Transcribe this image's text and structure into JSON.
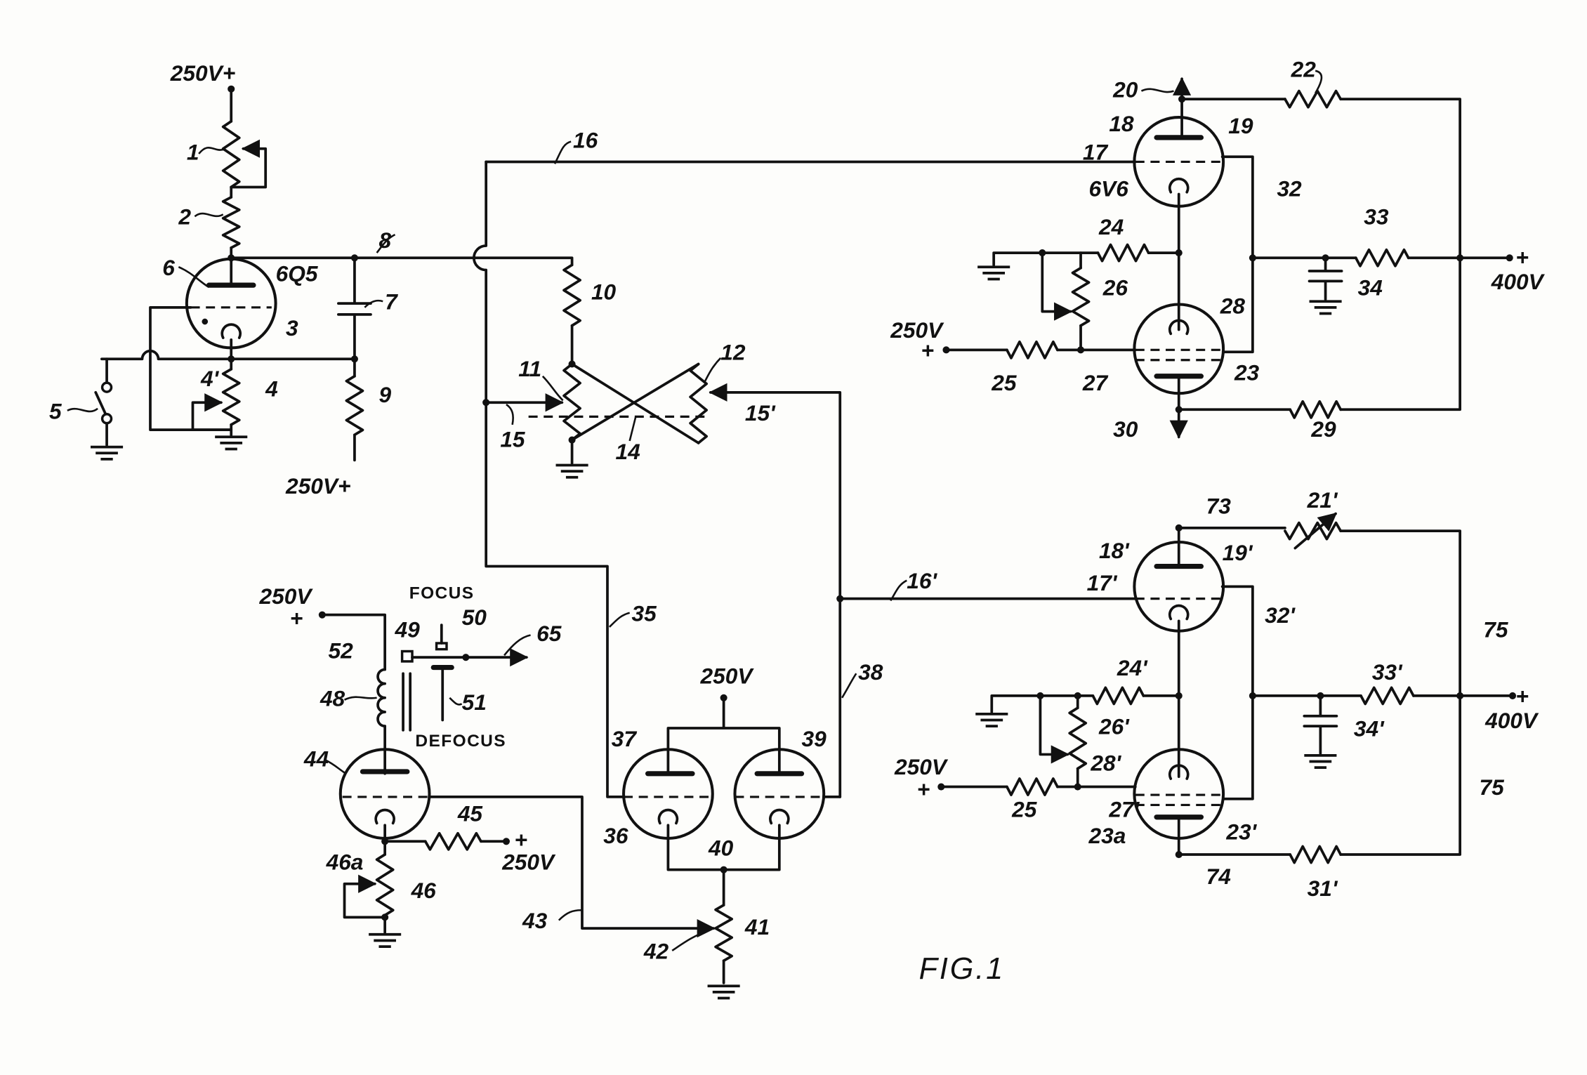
{
  "figure_label": "FIG.1",
  "tube_types": {
    "t6q5": "6Q5",
    "t6v6": "6V6"
  },
  "switch_labels": {
    "focus": "FOCUS",
    "defocus": "DEFOCUS"
  },
  "supplies": {
    "v250_plus": "250V+",
    "v250": "250V",
    "v400": "400V",
    "plus": "+"
  },
  "refs": {
    "r1": "1",
    "r2": "2",
    "r3": "3",
    "r4": "4",
    "r4p": "4'",
    "r5": "5",
    "r6": "6",
    "r7": "7",
    "r8": "8",
    "r9": "9",
    "r10": "10",
    "r11": "11",
    "r12": "12",
    "r14": "14",
    "r15": "15",
    "r15p": "15'",
    "r16": "16",
    "r16p": "16'",
    "r17": "17",
    "r17p": "17'",
    "r18": "18",
    "r18p": "18'",
    "r19": "19",
    "r19p": "19'",
    "r20": "20",
    "r21p": "21'",
    "r22": "22",
    "r23": "23",
    "r23p": "23'",
    "r23a": "23a",
    "r24": "24",
    "r24p": "24'",
    "r25": "25",
    "r26": "26",
    "r26p": "26'",
    "r27": "27",
    "r27p": "27'",
    "r28": "28",
    "r28p": "28'",
    "r29": "29",
    "r30": "30",
    "r31p": "31'",
    "r32": "32",
    "r32p": "32'",
    "r33": "33",
    "r33p": "33'",
    "r34": "34",
    "r34p": "34'",
    "r35": "35",
    "r36": "36",
    "r37": "37",
    "r38": "38",
    "r39": "39",
    "r40": "40",
    "r41": "41",
    "r42": "42",
    "r43": "43",
    "r44": "44",
    "r45": "45",
    "r46": "46",
    "r46a": "46a",
    "r48": "48",
    "r49": "49",
    "r50": "50",
    "r51": "51",
    "r52": "52",
    "r65": "65",
    "r73": "73",
    "r74": "74",
    "r75": "75"
  }
}
